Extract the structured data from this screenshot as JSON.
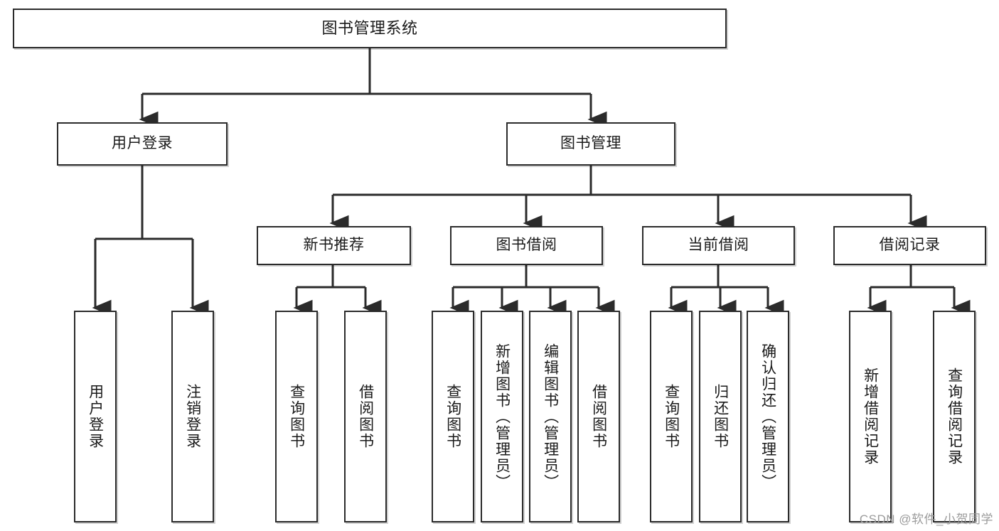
{
  "diagram": {
    "title": "图书管理系统",
    "type": "tree-hierarchy",
    "root": {
      "id": "root",
      "label": "图书管理系统"
    },
    "level2": [
      {
        "id": "user-login",
        "label": "用户登录"
      },
      {
        "id": "book-manage",
        "label": "图书管理"
      }
    ],
    "level3": [
      {
        "id": "new-book-rec",
        "label": "新书推荐",
        "parent": "book-manage"
      },
      {
        "id": "book-borrow",
        "label": "图书借阅",
        "parent": "book-manage"
      },
      {
        "id": "current-borrow",
        "label": "当前借阅",
        "parent": "book-manage"
      },
      {
        "id": "borrow-record",
        "label": "借阅记录",
        "parent": "book-manage"
      }
    ],
    "leaves": [
      {
        "id": "leaf-user-login",
        "label": "用户登录",
        "parent": "user-login"
      },
      {
        "id": "leaf-logout",
        "label": "注销登录",
        "parent": "user-login"
      },
      {
        "id": "leaf-query-book-1",
        "label": "查询图书",
        "parent": "new-book-rec"
      },
      {
        "id": "leaf-borrow-book-1",
        "label": "借阅图书",
        "parent": "new-book-rec"
      },
      {
        "id": "leaf-query-book-2",
        "label": "查询图书",
        "parent": "book-borrow"
      },
      {
        "id": "leaf-add-book",
        "label": "新增图书（管理员）",
        "parent": "book-borrow"
      },
      {
        "id": "leaf-edit-book",
        "label": "编辑图书（管理员）",
        "parent": "book-borrow"
      },
      {
        "id": "leaf-borrow-book-2",
        "label": "借阅图书",
        "parent": "book-borrow"
      },
      {
        "id": "leaf-query-book-3",
        "label": "查询图书",
        "parent": "current-borrow"
      },
      {
        "id": "leaf-return-book",
        "label": "归还图书",
        "parent": "current-borrow"
      },
      {
        "id": "leaf-confirm-return",
        "label": "确认归还（管理员）",
        "parent": "current-borrow"
      },
      {
        "id": "leaf-add-record",
        "label": "新增借阅记录",
        "parent": "borrow-record"
      },
      {
        "id": "leaf-query-record",
        "label": "查询借阅记录",
        "parent": "borrow-record"
      }
    ],
    "colors": {
      "stroke": "#2b2b2b",
      "fill": "#ffffff",
      "text": "#1a1a1a",
      "watermark": "#9b9b9b"
    }
  },
  "watermark": {
    "text": "CSDN @软件_小贺同学"
  }
}
